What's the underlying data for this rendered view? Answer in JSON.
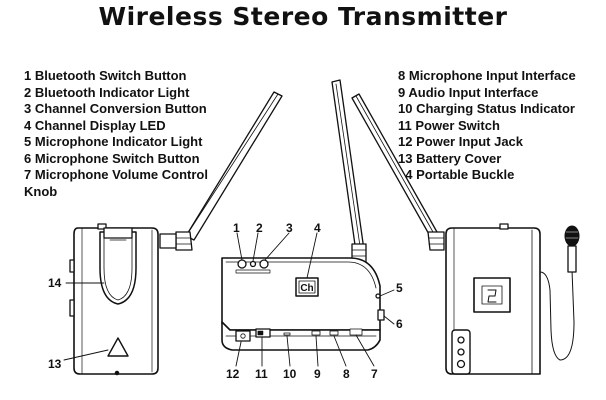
{
  "title": "Wireless Stereo Transmitter",
  "legend_left": [
    {
      "num": "1",
      "text": "Bluetooth Switch Button"
    },
    {
      "num": "2",
      "text": "Bluetooth Indicator Light"
    },
    {
      "num": "3",
      "text": "Channel Conversion Button"
    },
    {
      "num": "4",
      "text": "Channel Display LED"
    },
    {
      "num": "5",
      "text": " Microphone Indicator Light"
    },
    {
      "num": "6",
      "text": "Microphone Switch Button"
    },
    {
      "num": "7",
      "text": "Microphone Volume Control Knob"
    }
  ],
  "legend_right": [
    {
      "num": "8",
      "text": "Microphone Input Interface"
    },
    {
      "num": "9",
      "text": "Audio Input Interface"
    },
    {
      "num": "10",
      "text": "Charging Status Indicator"
    },
    {
      "num": "11",
      "text": "Power Switch"
    },
    {
      "num": "12",
      "text": "Power Input Jack"
    },
    {
      "num": "13",
      "text": "Battery Cover"
    },
    {
      "num": "14",
      "text": "Portable Buckle"
    }
  ],
  "callouts": {
    "c1": "1",
    "c2": "2",
    "c3": "3",
    "c4": "4",
    "c5": "5",
    "c6": "6",
    "c7": "7",
    "c8": "8",
    "c9": "9",
    "c10": "10",
    "c11": "11",
    "c12": "12",
    "c13": "13",
    "c14": "14"
  },
  "display_text": "Ch",
  "colors": {
    "ink": "#111111",
    "paper": "#ffffff"
  }
}
